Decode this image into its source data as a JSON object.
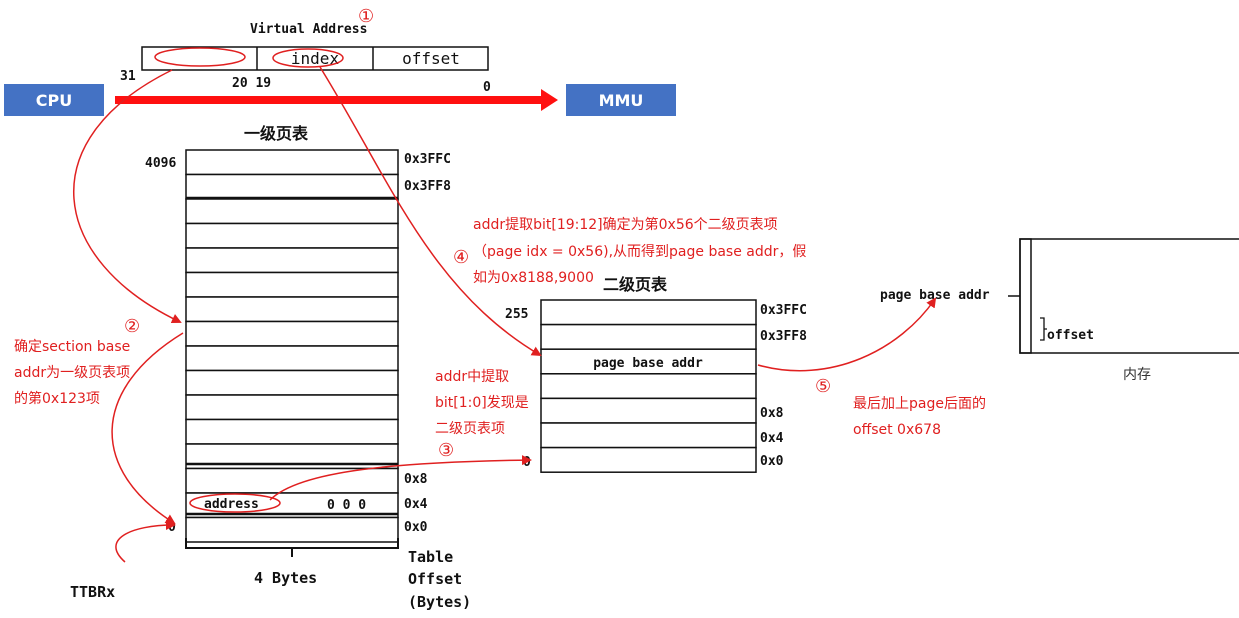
{
  "virtual_address": {
    "title": "Virtual Address",
    "fields": [
      "",
      "index",
      "offset"
    ],
    "bits": [
      "31",
      "20 19",
      "0"
    ]
  },
  "cpu_label": "CPU",
  "mmu_label": "MMU",
  "l1_table": {
    "title": "一级页表",
    "top_index": "4096",
    "offsets": [
      "0x3FFC",
      "0x3FF8",
      "0x8",
      "0x4",
      "0x0"
    ],
    "entry_text": "address",
    "entry_bits": "0 0 0",
    "bottom_index": "0",
    "width_label": "4 Bytes",
    "offset_label": [
      "Table",
      "Offset",
      "(Bytes)"
    ]
  },
  "l2_table": {
    "title": "二级页表",
    "top_index": "255",
    "offsets": [
      "0x3FFC",
      "0x3FF8",
      "0x8",
      "0x4",
      "0x0"
    ],
    "entry_text": "page base addr",
    "bottom_index": "0"
  },
  "memory": {
    "label": "内存",
    "page_base": "page base addr",
    "offset": "offset"
  },
  "ttbr": "TTBRx",
  "steps": {
    "one": "①",
    "two": "②",
    "three": "③",
    "four": "④",
    "five": "⑤"
  },
  "notes": {
    "step2": [
      "确定section base",
      "addr为一级页表项",
      "的第0x123项"
    ],
    "step3": [
      "addr中提取",
      "bit[1:0]发现是",
      "二级页表项"
    ],
    "step4": [
      "addr提取bit[19:12]确定为第0x56个二级页表项",
      "（page idx = 0x56),从而得到page base addr，假",
      "如为0x8188,9000"
    ],
    "step5": [
      "最后加上page后面的",
      "offset 0x678"
    ]
  },
  "colors": {
    "accent": "#ff1010",
    "box_blue": "#4472c4"
  }
}
